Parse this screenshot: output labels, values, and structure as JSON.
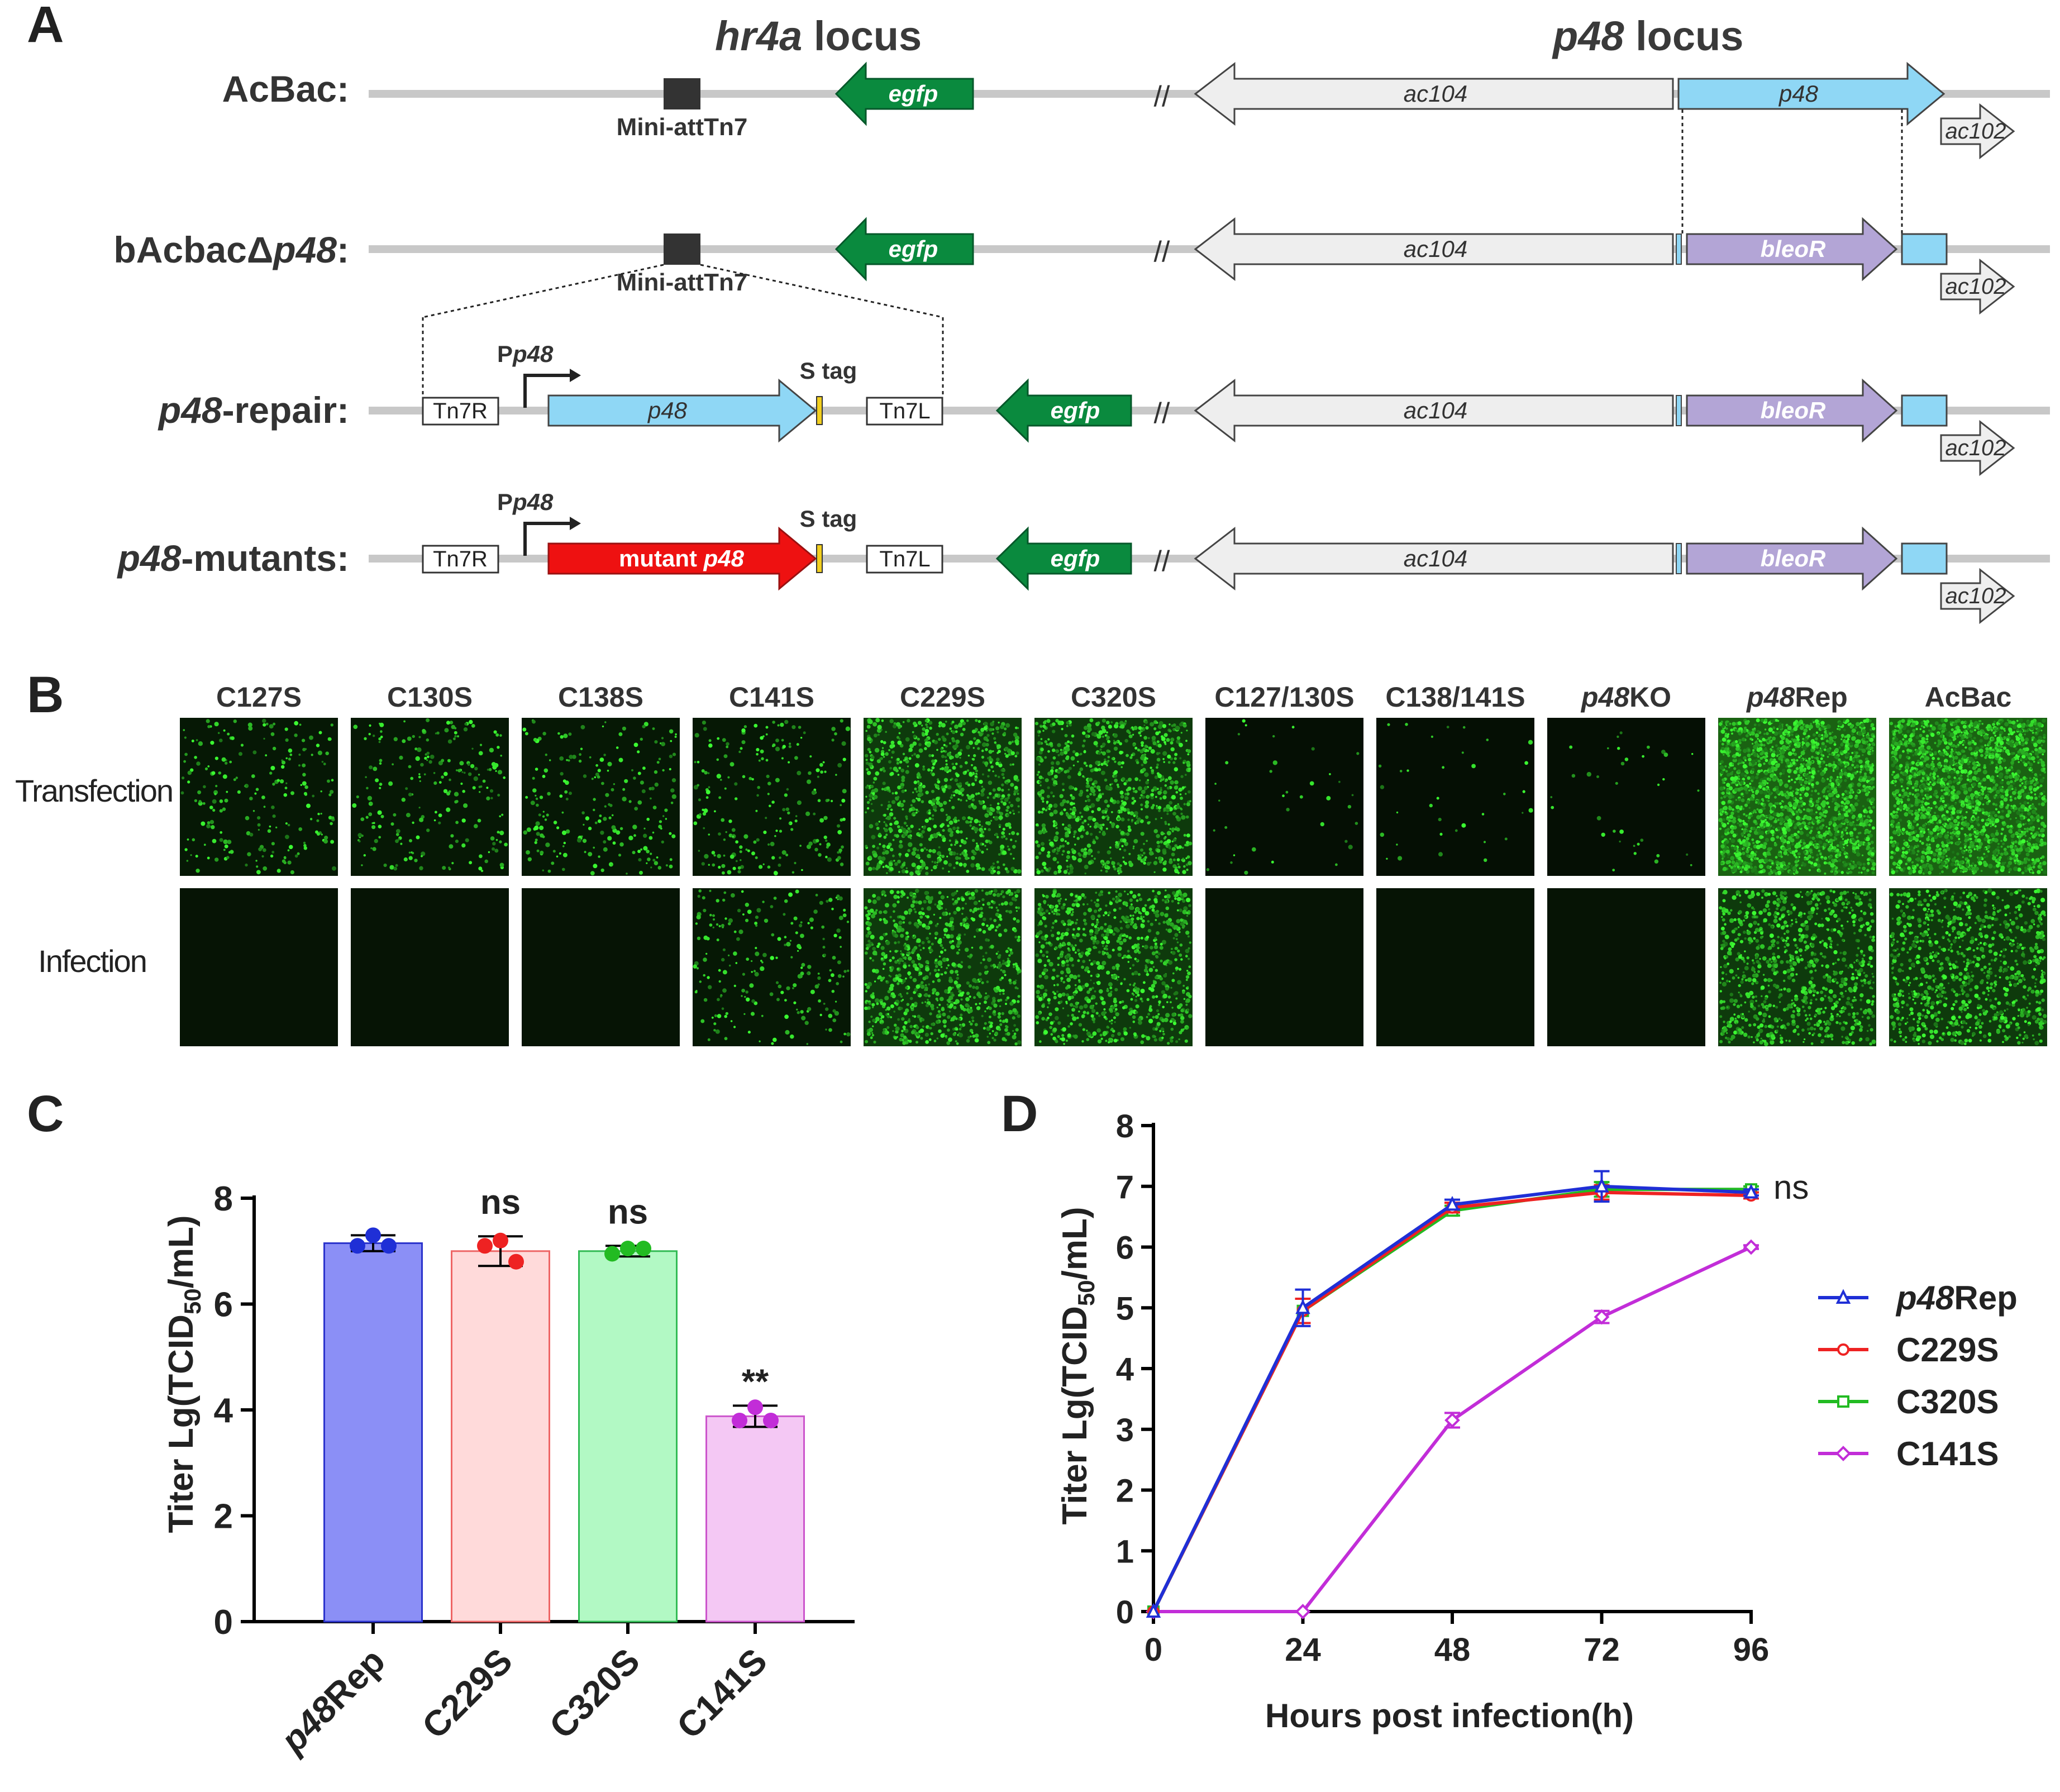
{
  "panels": {
    "a": "A",
    "b": "B",
    "c": "C",
    "d": "D"
  },
  "colors": {
    "backbone": "#c8c8c8",
    "egfp": "#0a8a3e",
    "gene_grey": "#eeeeee",
    "p48": "#8fd7f5",
    "bleoR": "#b3a5d6",
    "mutant": "#ee1111",
    "stag": "#f2cf1f",
    "marker": "#333333",
    "p48Rep": "#1f2fd6",
    "C229S": "#ee2222",
    "C320S": "#22bb22",
    "C141S": "#c22dd8"
  },
  "panel_a": {
    "hr4a_locus_italic": "hr4a",
    "locus_word": " locus",
    "p48_locus_italic": "p48",
    "rows": {
      "acbac": "AcBac:",
      "dp48_prefix": "bAcbacΔ",
      "dp48_italic": "p48",
      "colon": ":",
      "repair_italic": "p48",
      "repair_suffix": "-repair:",
      "mutants_italic": "p48",
      "mutants_suffix": "-mutants:"
    },
    "mini_att": "Mini-attTn7",
    "egfp": "egfp",
    "ac104": "ac104",
    "p48": "p48",
    "ac102": "ac102",
    "bleoR": "bleoR",
    "tn7r": "Tn7R",
    "tn7l": "Tn7L",
    "promoter_p": "P",
    "promoter_italic": "p48",
    "stag": "S tag",
    "mutant_prefix": "mutant ",
    "mutant_italic": "p48",
    "break_mark": "//"
  },
  "panel_b": {
    "columns": [
      {
        "text": "C127S",
        "italic": ""
      },
      {
        "text": "C130S",
        "italic": ""
      },
      {
        "text": "C138S",
        "italic": ""
      },
      {
        "text": "C141S",
        "italic": ""
      },
      {
        "text": "C229S",
        "italic": ""
      },
      {
        "text": "C320S",
        "italic": ""
      },
      {
        "text": "C127/130S",
        "italic": ""
      },
      {
        "text": "C138/141S",
        "italic": ""
      },
      {
        "italic": "p48",
        "text": "KO"
      },
      {
        "italic": "p48",
        "text": "Rep"
      },
      {
        "text": "AcBac",
        "italic": ""
      }
    ],
    "rows": [
      "Transfection",
      "Infection"
    ],
    "fluorescence": {
      "transfection": [
        "low",
        "low",
        "low",
        "low",
        "high",
        "high",
        "very low",
        "very low",
        "very low",
        "very high",
        "very high"
      ],
      "infection": [
        "none",
        "none",
        "none",
        "low",
        "high",
        "high",
        "none",
        "none",
        "none",
        "high",
        "high"
      ]
    }
  },
  "chart_data": [
    {
      "type": "bar",
      "panel": "C",
      "categories": [
        "p48Rep",
        "C229S",
        "C320S",
        "C141S"
      ],
      "category_italic_prefix": [
        "p48",
        "",
        "",
        ""
      ],
      "category_rest": [
        "Rep",
        "C229S",
        "C320S",
        "C141S"
      ],
      "values": [
        7.15,
        7.0,
        7.0,
        3.88
      ],
      "errors": [
        0.15,
        0.28,
        0.1,
        0.2
      ],
      "points": [
        [
          7.3,
          7.1,
          7.1
        ],
        [
          7.2,
          7.1,
          6.8
        ],
        [
          7.05,
          6.95,
          7.05
        ],
        [
          4.05,
          3.8,
          3.8
        ]
      ],
      "significance": [
        "",
        "ns",
        "ns",
        "**"
      ],
      "ylabel_prefix": "Titer Lg(TCID",
      "ylabel_sub": "50",
      "ylabel_suffix": "/mL)",
      "ylim": [
        0,
        8
      ],
      "yticks": [
        0,
        2,
        4,
        6,
        8
      ]
    },
    {
      "type": "line",
      "panel": "D",
      "x": [
        0,
        24,
        48,
        72,
        96
      ],
      "series": [
        {
          "name": "p48Rep",
          "name_italic": "p48",
          "name_rest": "Rep",
          "values": [
            0,
            5.0,
            6.7,
            7.0,
            6.9
          ],
          "errors": [
            0,
            0.3,
            0.08,
            0.25,
            0.05
          ],
          "marker": "triangle"
        },
        {
          "name": "C229S",
          "name_italic": "",
          "name_rest": "C229S",
          "values": [
            0,
            4.95,
            6.65,
            6.9,
            6.85
          ],
          "errors": [
            0,
            0.2,
            0.08,
            0.12,
            0.05
          ],
          "marker": "circle"
        },
        {
          "name": "C320S",
          "name_italic": "",
          "name_rest": "C320S",
          "values": [
            0,
            4.95,
            6.6,
            6.95,
            6.95
          ],
          "errors": [
            0,
            0.2,
            0.08,
            0.12,
            0.05
          ],
          "marker": "square"
        },
        {
          "name": "C141S",
          "name_italic": "",
          "name_rest": "C141S",
          "values": [
            0,
            0,
            3.15,
            4.85,
            6.0
          ],
          "errors": [
            0,
            0,
            0.12,
            0.1,
            0.03
          ],
          "marker": "diamond"
        }
      ],
      "annotation": "ns",
      "xlabel": "Hours post infection(h)",
      "ylabel_prefix": "Titer Lg(TCID",
      "ylabel_sub": "50",
      "ylabel_suffix": "/mL)",
      "xlim": [
        0,
        96
      ],
      "ylim": [
        0,
        8
      ],
      "xticks": [
        0,
        24,
        48,
        72,
        96
      ],
      "yticks": [
        0,
        1,
        2,
        3,
        4,
        5,
        6,
        7,
        8
      ],
      "legend": "right"
    }
  ]
}
